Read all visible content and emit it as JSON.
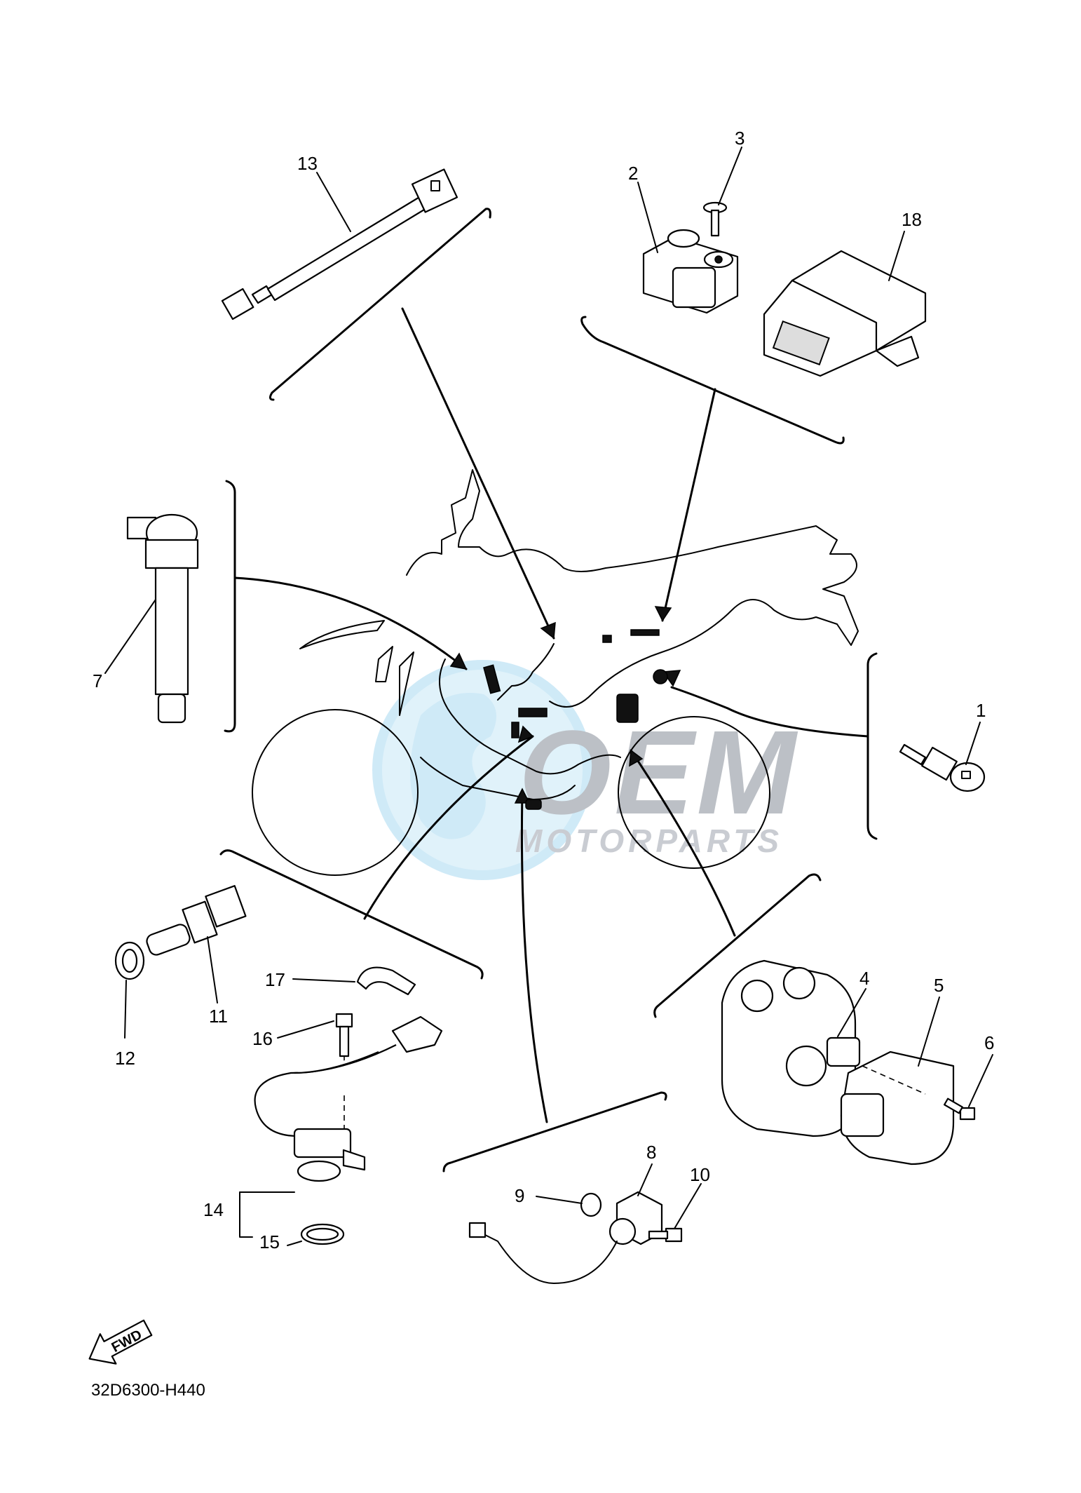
{
  "diagram_code": "32D6300-H440",
  "watermark": {
    "brand": "OEM",
    "sub": "MOTORPARTS",
    "color_main": "#9fa4ad",
    "color_globe": "#bfe3f5"
  },
  "fwd_label": "FWD",
  "callouts": [
    "1",
    "2",
    "3",
    "4",
    "5",
    "6",
    "7",
    "8",
    "9",
    "10",
    "11",
    "12",
    "13",
    "14",
    "15",
    "16",
    "17",
    "18"
  ]
}
